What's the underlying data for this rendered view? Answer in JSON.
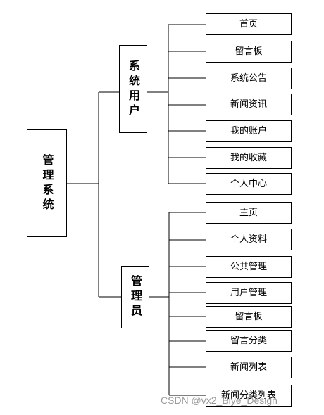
{
  "root": {
    "label": "管理系统"
  },
  "groups": [
    {
      "label": "系统用户",
      "items": [
        "首页",
        "留言板",
        "系统公告",
        "新闻资讯",
        "我的账户",
        "我的收藏",
        "个人中心"
      ]
    },
    {
      "label": "管理员",
      "items": [
        "主页",
        "个人资料",
        "公共管理",
        "用户管理",
        "留言板",
        "留言分类",
        "新闻列表",
        "新闻分类列表"
      ]
    }
  ],
  "watermark": "CSDN @vx2_Biye_Design",
  "colors": {
    "stroke": "#000000",
    "background": "#ffffff",
    "watermark": "#9a9a9a"
  }
}
